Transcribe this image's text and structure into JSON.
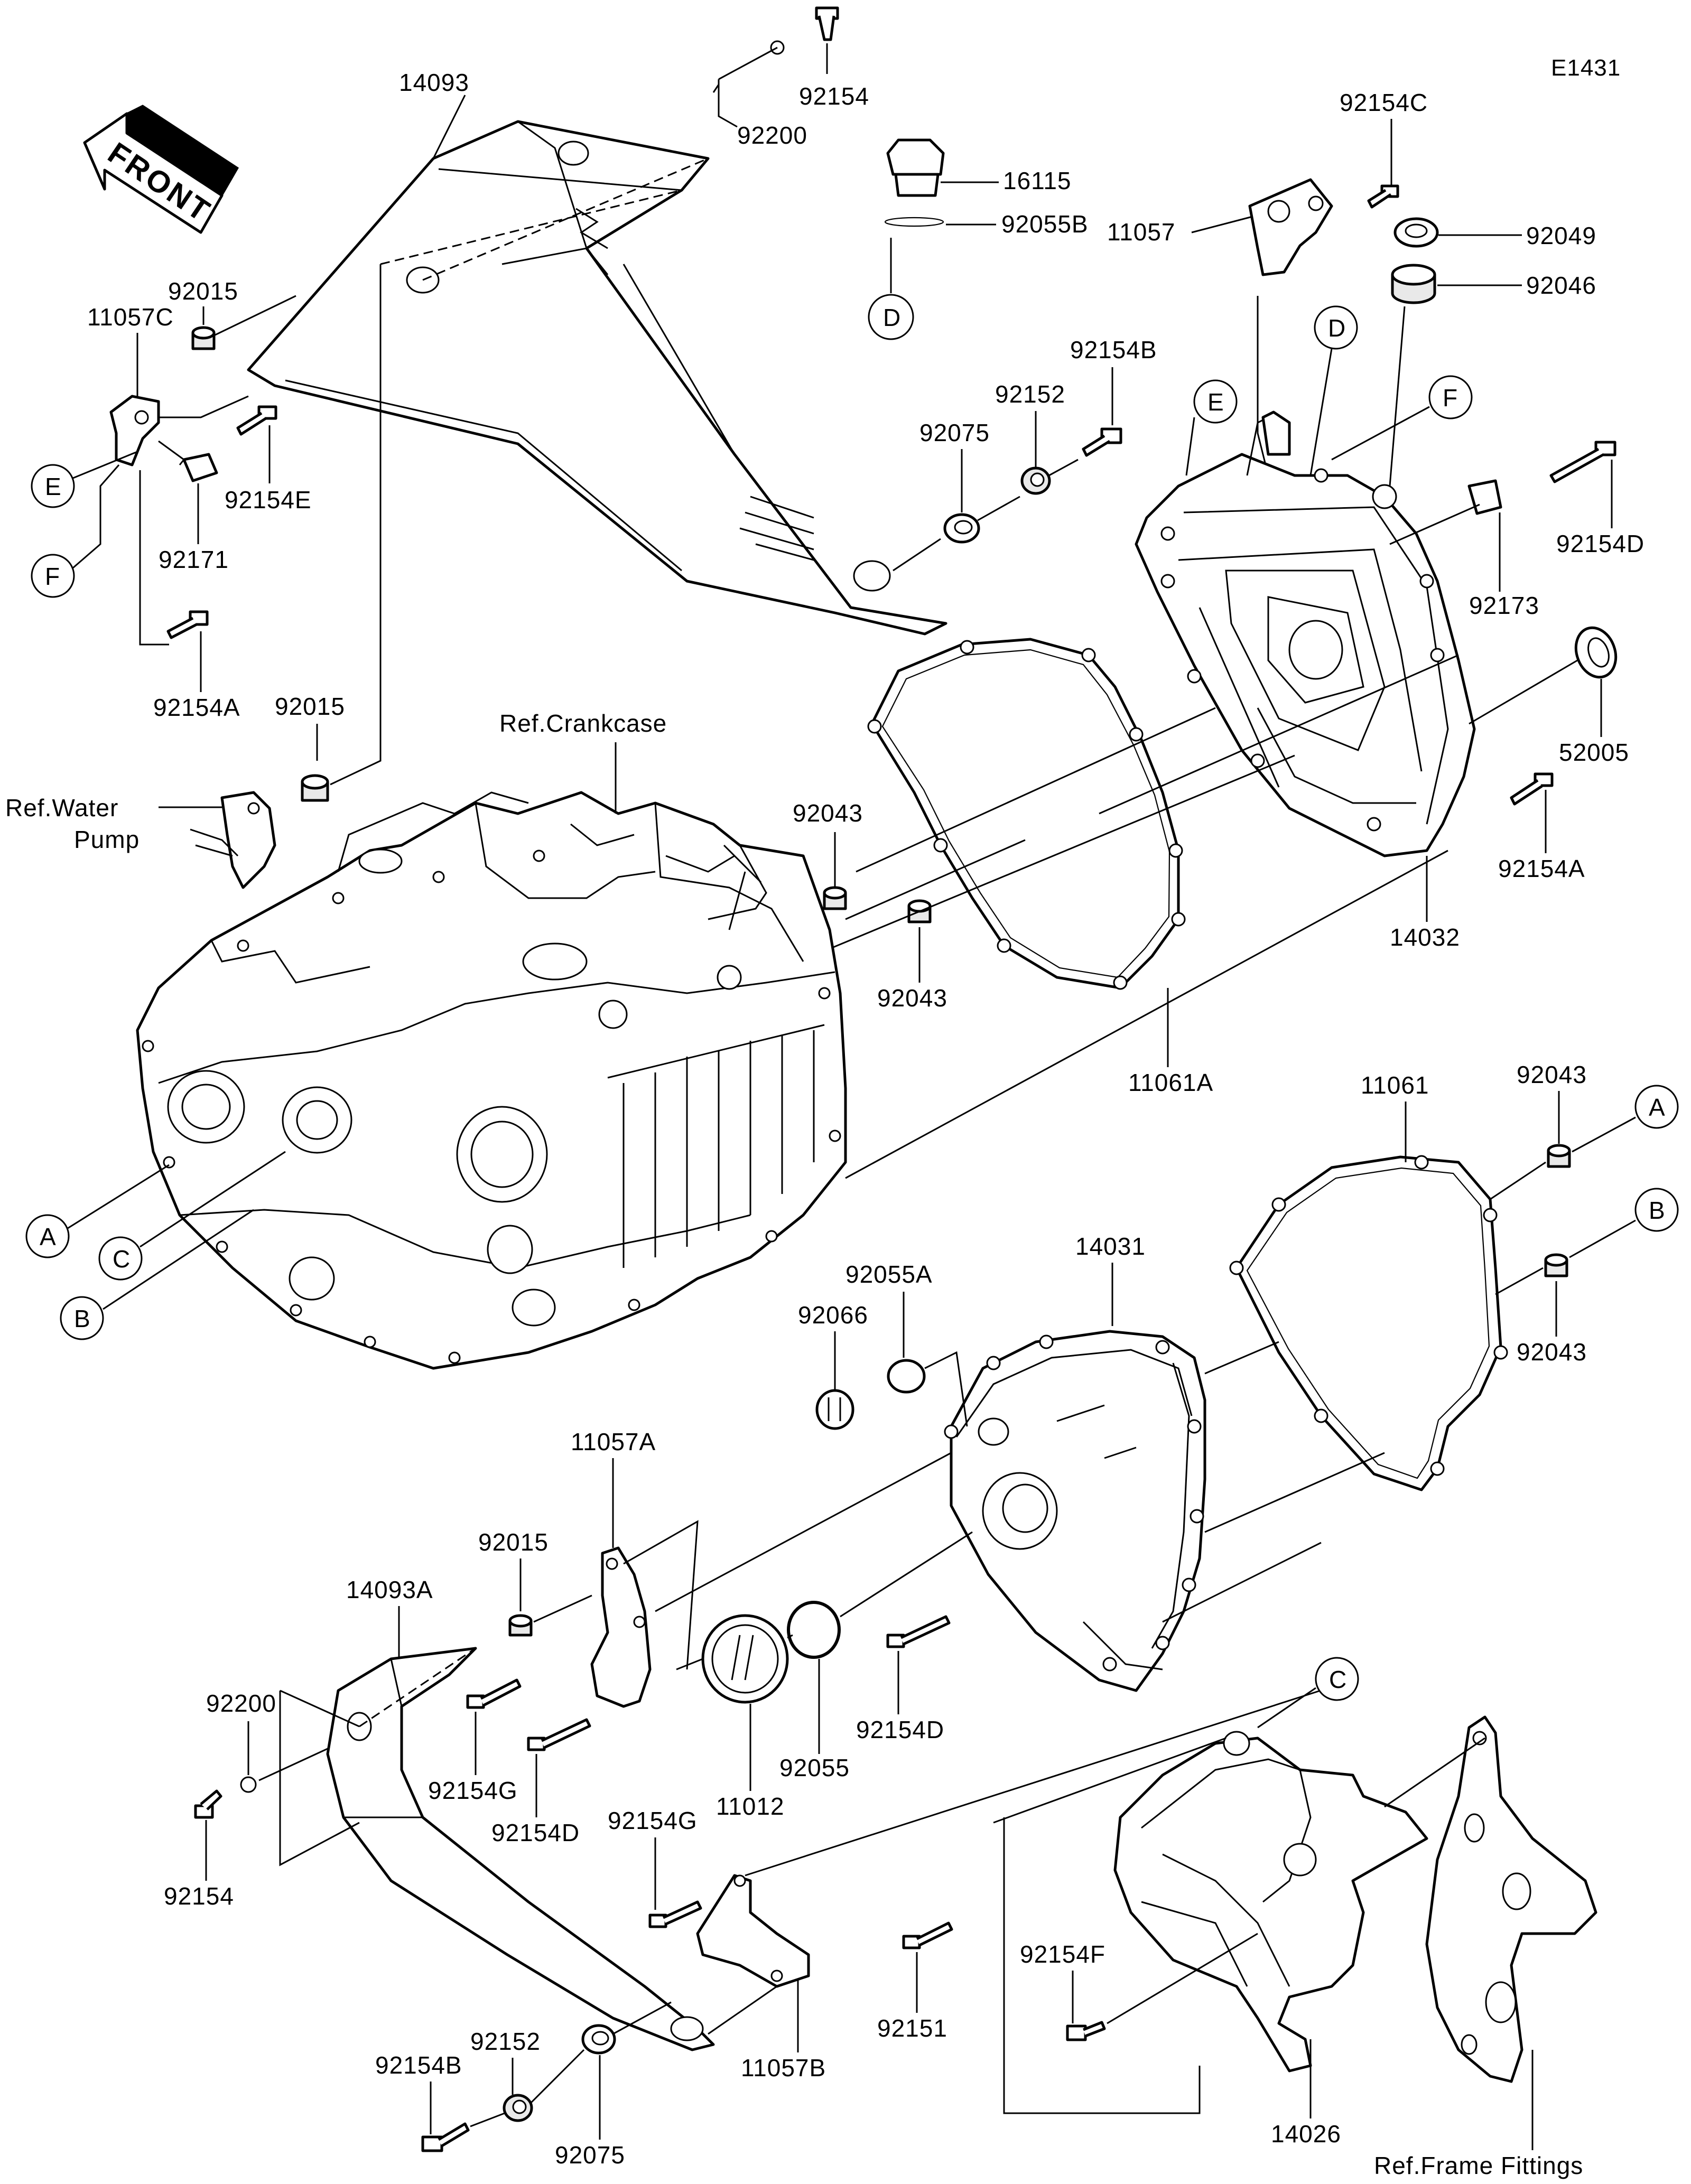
{
  "diagram_code": "E1431",
  "front_label": "FRONT",
  "refs": {
    "crankcase": "Ref.Crankcase",
    "water_pump_line1": "Ref.Water",
    "water_pump_line2": "Pump",
    "frame_fittings": "Ref.Frame Fittings"
  },
  "letters": {
    "A": "A",
    "B": "B",
    "C": "C",
    "D": "D",
    "E": "E",
    "F": "F"
  },
  "parts": {
    "p14093": "14093",
    "p92200_top": "92200",
    "p92154_top": "92154",
    "p16115": "16115",
    "p92055B": "92055B",
    "p92154C": "92154C",
    "p11057": "11057",
    "p92049": "92049",
    "p92046": "92046",
    "p92015_top": "92015",
    "p11057C": "11057C",
    "p92154E": "92154E",
    "p92171": "92171",
    "p92154A_left": "92154A",
    "p92015_mid": "92015",
    "p92154B_top": "92154B",
    "p92152_top": "92152",
    "p92075_top": "92075",
    "p92154D_right": "92154D",
    "p92173": "92173",
    "p52005": "52005",
    "p92154A_right": "92154A",
    "p14032": "14032",
    "p92043_a": "92043",
    "p92043_b": "92043",
    "p11061A": "11061A",
    "p11061": "11061",
    "p92043_c": "92043",
    "p92043_d": "92043",
    "p14031": "14031",
    "p92055A": "92055A",
    "p92066": "92066",
    "p11057A": "11057A",
    "p92015_low": "92015",
    "p14093A": "14093A",
    "p92200_low": "92200",
    "p92154_low": "92154",
    "p92154G_left": "92154G",
    "p92154D_low": "92154D",
    "p11012": "11012",
    "p92055": "92055",
    "p92154D_mid": "92154D",
    "p92154G_mid": "92154G",
    "p11057B": "11057B",
    "p92152_low": "92152",
    "p92154B_low": "92154B",
    "p92075_low": "92075",
    "p92151": "92151",
    "p92154F": "92154F",
    "p14026": "14026"
  }
}
